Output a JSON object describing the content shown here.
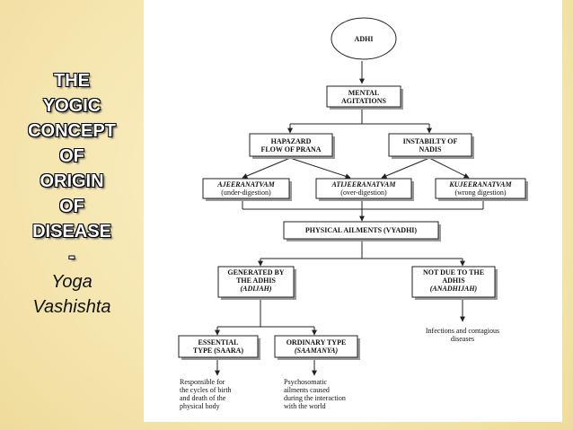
{
  "title": {
    "lines": [
      "THE",
      "YOGIC",
      "CONCEPT",
      "OF",
      "ORIGIN",
      "OF",
      "DISEASE",
      "-"
    ],
    "italic_lines": [
      "Yoga",
      "Vashishta"
    ]
  },
  "diagram": {
    "adhi": "ADHI",
    "mental": [
      "MENTAL",
      "AGITATIONS"
    ],
    "hapazard": [
      "HAPAZARD",
      "FLOW OF PRANA"
    ],
    "instability": [
      "INSTABILTY OF",
      "NADIS"
    ],
    "ajeer": [
      "AJEERANATVAM",
      "(under-digestion)"
    ],
    "atijeer": [
      "ATIJEERANATVAM",
      "(over-digestion)"
    ],
    "kujeer": [
      "KUJEERANATVAM",
      "(wrong digestion)"
    ],
    "physical": "PHYSICAL AILMENTS (VYADHI)",
    "generated": [
      "GENERATED BY",
      "THE ADHIS",
      "(ADIJAH)"
    ],
    "notdue": [
      "NOT DUE TO THE",
      "ADHIS",
      "(ANADHIJAH)"
    ],
    "infections": [
      "Infections and contagious",
      "diseases"
    ],
    "essential": [
      "ESSENTIAL",
      "TYPE (SAARA)"
    ],
    "ordinary": [
      "ORDINARY TYPE",
      "(SAAMANYA)"
    ],
    "responsible": [
      "Responsible for",
      "the cycles of birth",
      "and death of the",
      "physical body"
    ],
    "psychosomatic": [
      "Psychosomatic",
      "ailments caused",
      "during the interaction",
      "with the world"
    ]
  }
}
